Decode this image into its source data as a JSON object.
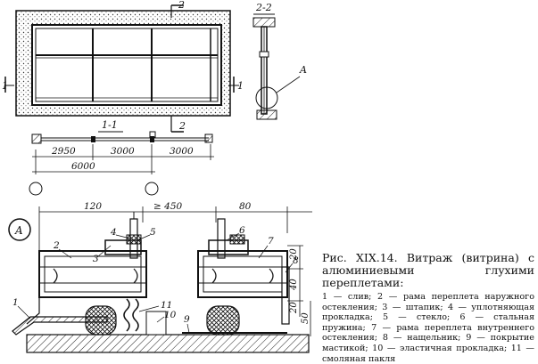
{
  "elevation": {
    "section_mark_top": "2",
    "section_mark_bottom": "2",
    "section_mark_left": "1",
    "section_mark_right": "1"
  },
  "section_2_2": {
    "title": "2-2",
    "callout": "A"
  },
  "plan_1_1": {
    "title": "1-1",
    "dims": [
      "2950",
      "3000",
      "3000"
    ],
    "overall": "6000"
  },
  "detail_a": {
    "marker": "A",
    "dims_top": [
      "120",
      "≥ 450",
      "80"
    ],
    "dims_side": [
      "20",
      "40",
      "20",
      "50"
    ],
    "callouts": [
      "1",
      "2",
      "3",
      "4",
      "5",
      "6",
      "7",
      "8",
      "9",
      "10",
      "11"
    ]
  },
  "caption": {
    "title": "Рис. XIX.14. Витраж (витрина) с алюминиевыми глухими переплетами:",
    "legend": "1 — слив; 2 — рама переплета наружного остекления; 3 — штапик; 4 — уплотняющая прокладка; 5 — стекло; 6 — стальная пружина; 7 — рама переплета внутреннего остекления; 8 — нащельник; 9 — покрытие мастикой; 10 — эластичная прокладка; 11 — смоляная пакля"
  }
}
